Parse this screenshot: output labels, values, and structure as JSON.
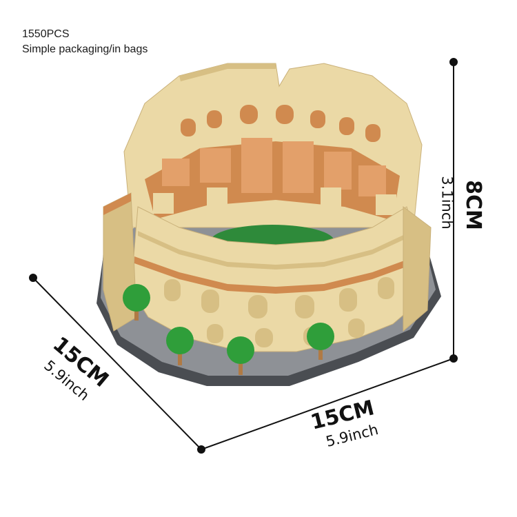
{
  "header": {
    "piece_count": "1550PCS",
    "packaging": "Simple packaging/in bags"
  },
  "dimensions": {
    "depth": {
      "cm": "15CM",
      "inch": "5.9inch"
    },
    "width": {
      "cm": "15CM",
      "inch": "5.9inch"
    },
    "height": {
      "cm": "8CM",
      "inch": "3.1inch"
    }
  },
  "colors": {
    "brick_tan": "#EBD9A6",
    "brick_shade": "#D7BF84",
    "brick_orange": "#D08A4F",
    "base_grey": "#8E9196",
    "base_dark": "#4A4D52",
    "arena_green": "#2E8A3A",
    "tree_green": "#2F9E3A",
    "line_color": "#111111"
  }
}
